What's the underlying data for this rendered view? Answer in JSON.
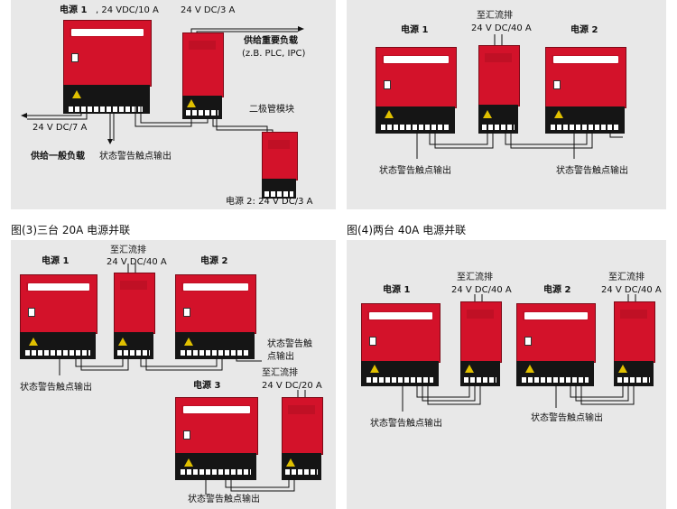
{
  "captions": {
    "fig3": "图(3)三台 20A 电源并联",
    "fig4": "图(4)两台 40A 电源并联"
  },
  "panel1": {
    "psu1_title": "电源 1",
    "psu1_rating": ", 24 VDC/10 A",
    "out_top": "24 V DC/3 A",
    "important_load": "供给重要负载",
    "important_load_examples": "(z.B. PLC, IPC)",
    "diode_module": "二极管模块",
    "out_left": "24 V DC/7 A",
    "general_load": "供给一般负载",
    "status_output": "状态警告触点输出",
    "psu2_label": "电源 2: 24 V DC/3 A"
  },
  "panel2": {
    "psu1_label": "电源 1",
    "busbar": "至汇流排",
    "busbar_rating": "24 V DC/40 A",
    "psu2_label": "电源 2",
    "status_left": "状态警告触点输出",
    "status_right": "状态警告触点输出"
  },
  "panel3": {
    "psu1_label": "电源 1",
    "busbar": "至汇流排",
    "busbar_rating1": "24 V DC/40 A",
    "psu2_label": "电源 2",
    "status_right1": "状态警告触",
    "status_right2": "点输出",
    "status_left": "状态警告触点输出",
    "busbar2": "至汇流排",
    "busbar_rating2": "24 V DC/20 A",
    "psu3_label": "电源 3",
    "status_bottom": "状态警告触点输出"
  },
  "panel4": {
    "psu1_label": "电源 1",
    "busbar1": "至汇流排",
    "busbar_rating1": "24 V DC/40 A",
    "psu2_label": "电源 2",
    "busbar2": "至汇流排",
    "busbar_rating2": "24 V DC/40 A",
    "status_left": "状态警告触点输出",
    "status_right": "状态警告触点输出"
  },
  "colors": {
    "psu_red": "#d3122a",
    "panel_bg": "#e8e8e8",
    "base_black": "#151515",
    "warning_yellow": "#e0c000"
  }
}
